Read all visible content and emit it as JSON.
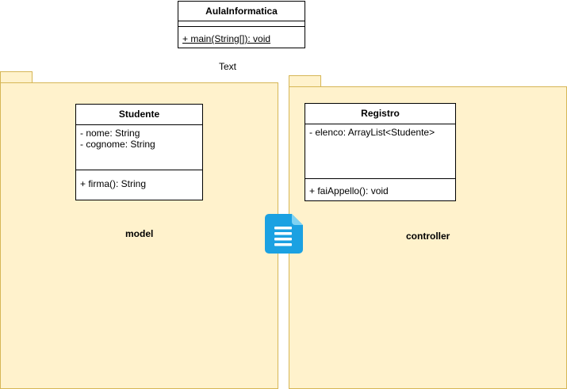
{
  "classes": {
    "aula": {
      "name": "AulaInformatica",
      "operations": [
        "+ main(String[]): void"
      ]
    },
    "studente": {
      "name": "Studente",
      "attributes": [
        "- nome: String",
        "- cognome: String"
      ],
      "operations": [
        "+ firma(): String"
      ]
    },
    "registro": {
      "name": "Registro",
      "attributes": [
        "- elenco: ArrayList<Studente>"
      ],
      "operations": [
        "+ faiAppello(): void"
      ]
    }
  },
  "packages": {
    "model": "model",
    "controller": "controller"
  },
  "floating_text": "Text",
  "icons": {
    "document": "document-list-icon"
  },
  "colors": {
    "package_fill": "#fff2cc",
    "package_stroke": "#d6b656",
    "icon_blue": "#1ba1e2"
  }
}
